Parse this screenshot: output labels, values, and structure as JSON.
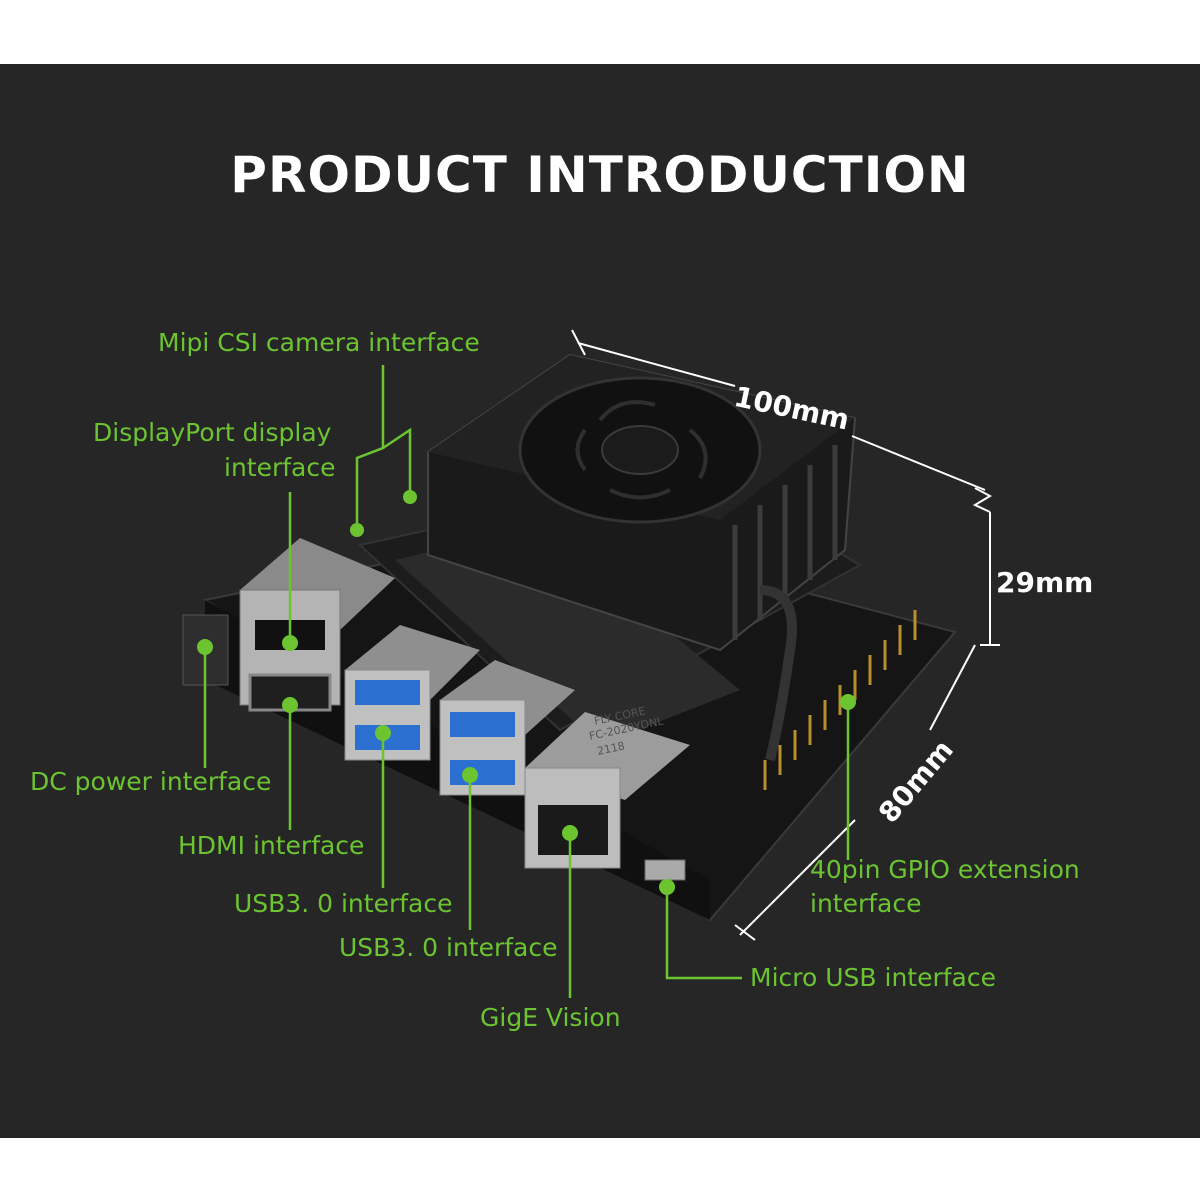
{
  "title": "PRODUCT INTRODUCTION",
  "labels": {
    "mipi": "Mipi CSI camera interface",
    "displayport_1": "DisplayPort display",
    "displayport_2": "interface",
    "dc_power": "DC power interface",
    "hdmi": "HDMI interface",
    "usb_a": "USB3. 0 interface",
    "usb_b": "USB3. 0 interface",
    "gige": "GigE Vision",
    "micro_usb": "Micro USB interface",
    "gpio_1": "40pin GPIO extension",
    "gpio_2": "interface"
  },
  "dimensions": {
    "width": "100mm",
    "height": "29mm",
    "depth": "80mm"
  },
  "board_markings": {
    "rj45_line1": "FLY CORE",
    "rj45_line2": "FC-2020YDNL",
    "rj45_line3": "2118"
  },
  "colors": {
    "background": "#262626",
    "accent_green": "#6cc431",
    "title": "#ffffff"
  }
}
